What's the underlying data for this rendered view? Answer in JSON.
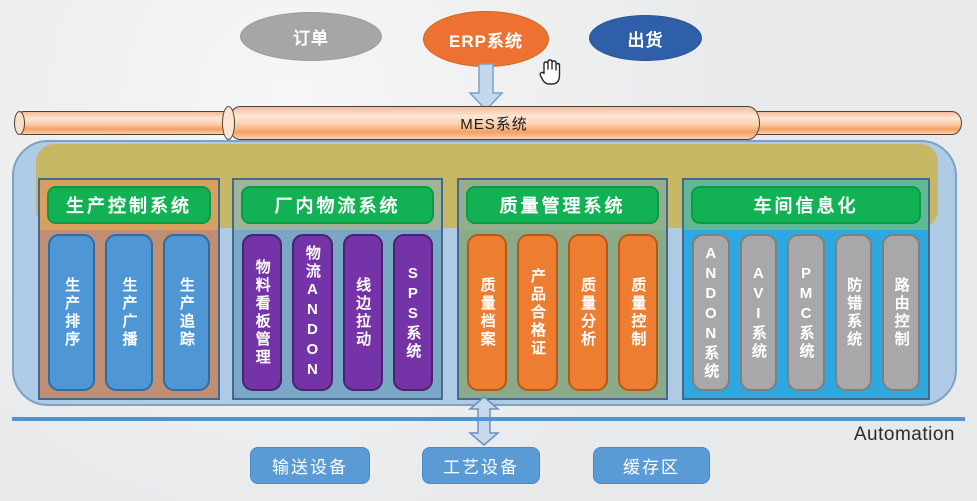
{
  "top_nodes": [
    {
      "label": "订单",
      "color": "#a6a6a6"
    },
    {
      "label": "ERP系统",
      "color": "#ed7231"
    },
    {
      "label": "出货",
      "color": "#2e5fa8"
    }
  ],
  "mes": {
    "label": "MES系统"
  },
  "groups": [
    {
      "title": "生产控制系统",
      "item_color": "#4f96d4",
      "items": [
        "生产排序",
        "生产广播",
        "生产追踪"
      ]
    },
    {
      "title": "厂内物流系统",
      "item_color": "#7433a6",
      "items": [
        "物料看板管理",
        "物流ANDON",
        "线边拉动",
        "SPS系统"
      ]
    },
    {
      "title": "质量管理系统",
      "item_color": "#ed7d31",
      "items": [
        "质量档案",
        "产品合格证",
        "质量分析",
        "质量控制"
      ]
    },
    {
      "title": "车间信息化",
      "item_color": "#a8a8a8",
      "items": [
        "ANDON系统",
        "AVI系统",
        "PMC系统",
        "防错系统",
        "路由控制"
      ]
    }
  ],
  "automation": {
    "label": "Automation"
  },
  "bottom_nodes": [
    {
      "label": "输送设备"
    },
    {
      "label": "工艺设备"
    },
    {
      "label": "缓存区"
    }
  ],
  "icons": {
    "cursor": "hand-grab-cursor"
  },
  "colors": {
    "header_green": "#12b254",
    "shell_blue": "#aecae4",
    "olive_band": "#c6b765",
    "mes_orange": "#f3a162",
    "line_blue": "#4f93d0",
    "bottom_box_blue": "#5b9bd5"
  }
}
